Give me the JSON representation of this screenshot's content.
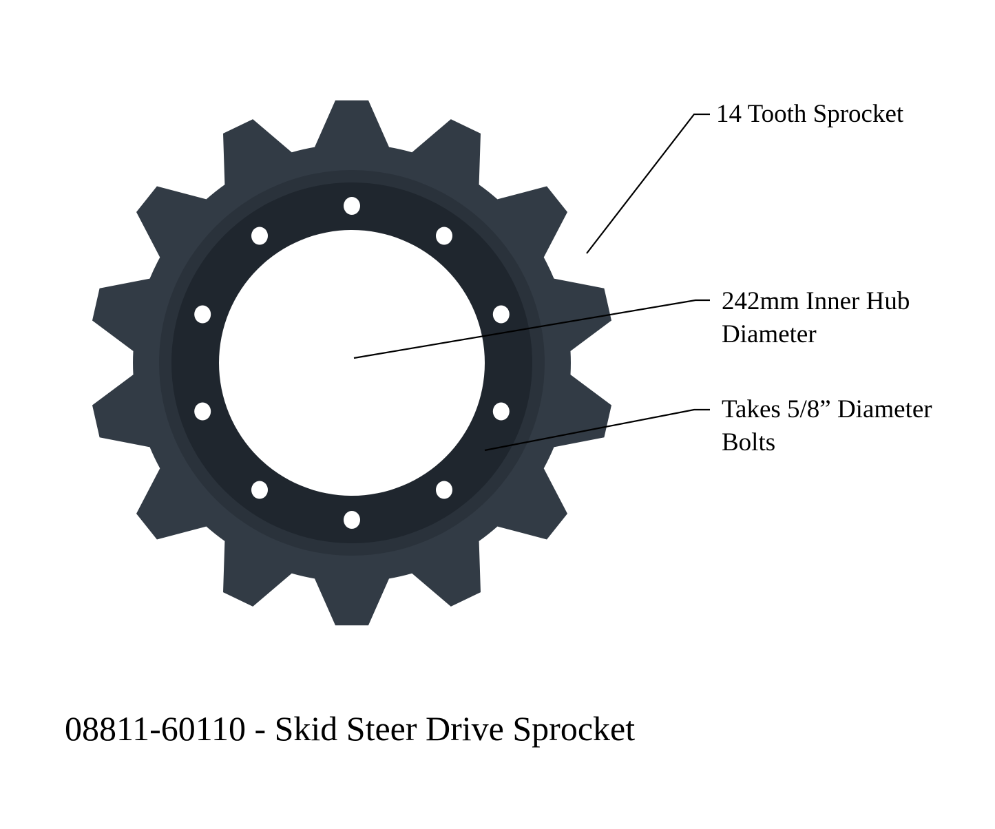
{
  "callouts": {
    "teeth": {
      "text": "14 Tooth Sprocket"
    },
    "hub": {
      "line1": "242mm Inner Hub",
      "line2": "Diameter"
    },
    "bolts": {
      "line1": "Takes 5/8” Diameter",
      "line2": "Bolts"
    }
  },
  "caption": {
    "text": "08811-60110 - Skid Steer Drive Sprocket"
  },
  "part": {
    "tooth_count": 14,
    "bolt_hole_count": 10
  },
  "colors": {
    "sprocket": "#323b45",
    "sprocket_ring": "#2a323b",
    "hub_plate": "#1f262e",
    "holes": "#ffffff",
    "leader_lines": "#000000"
  }
}
